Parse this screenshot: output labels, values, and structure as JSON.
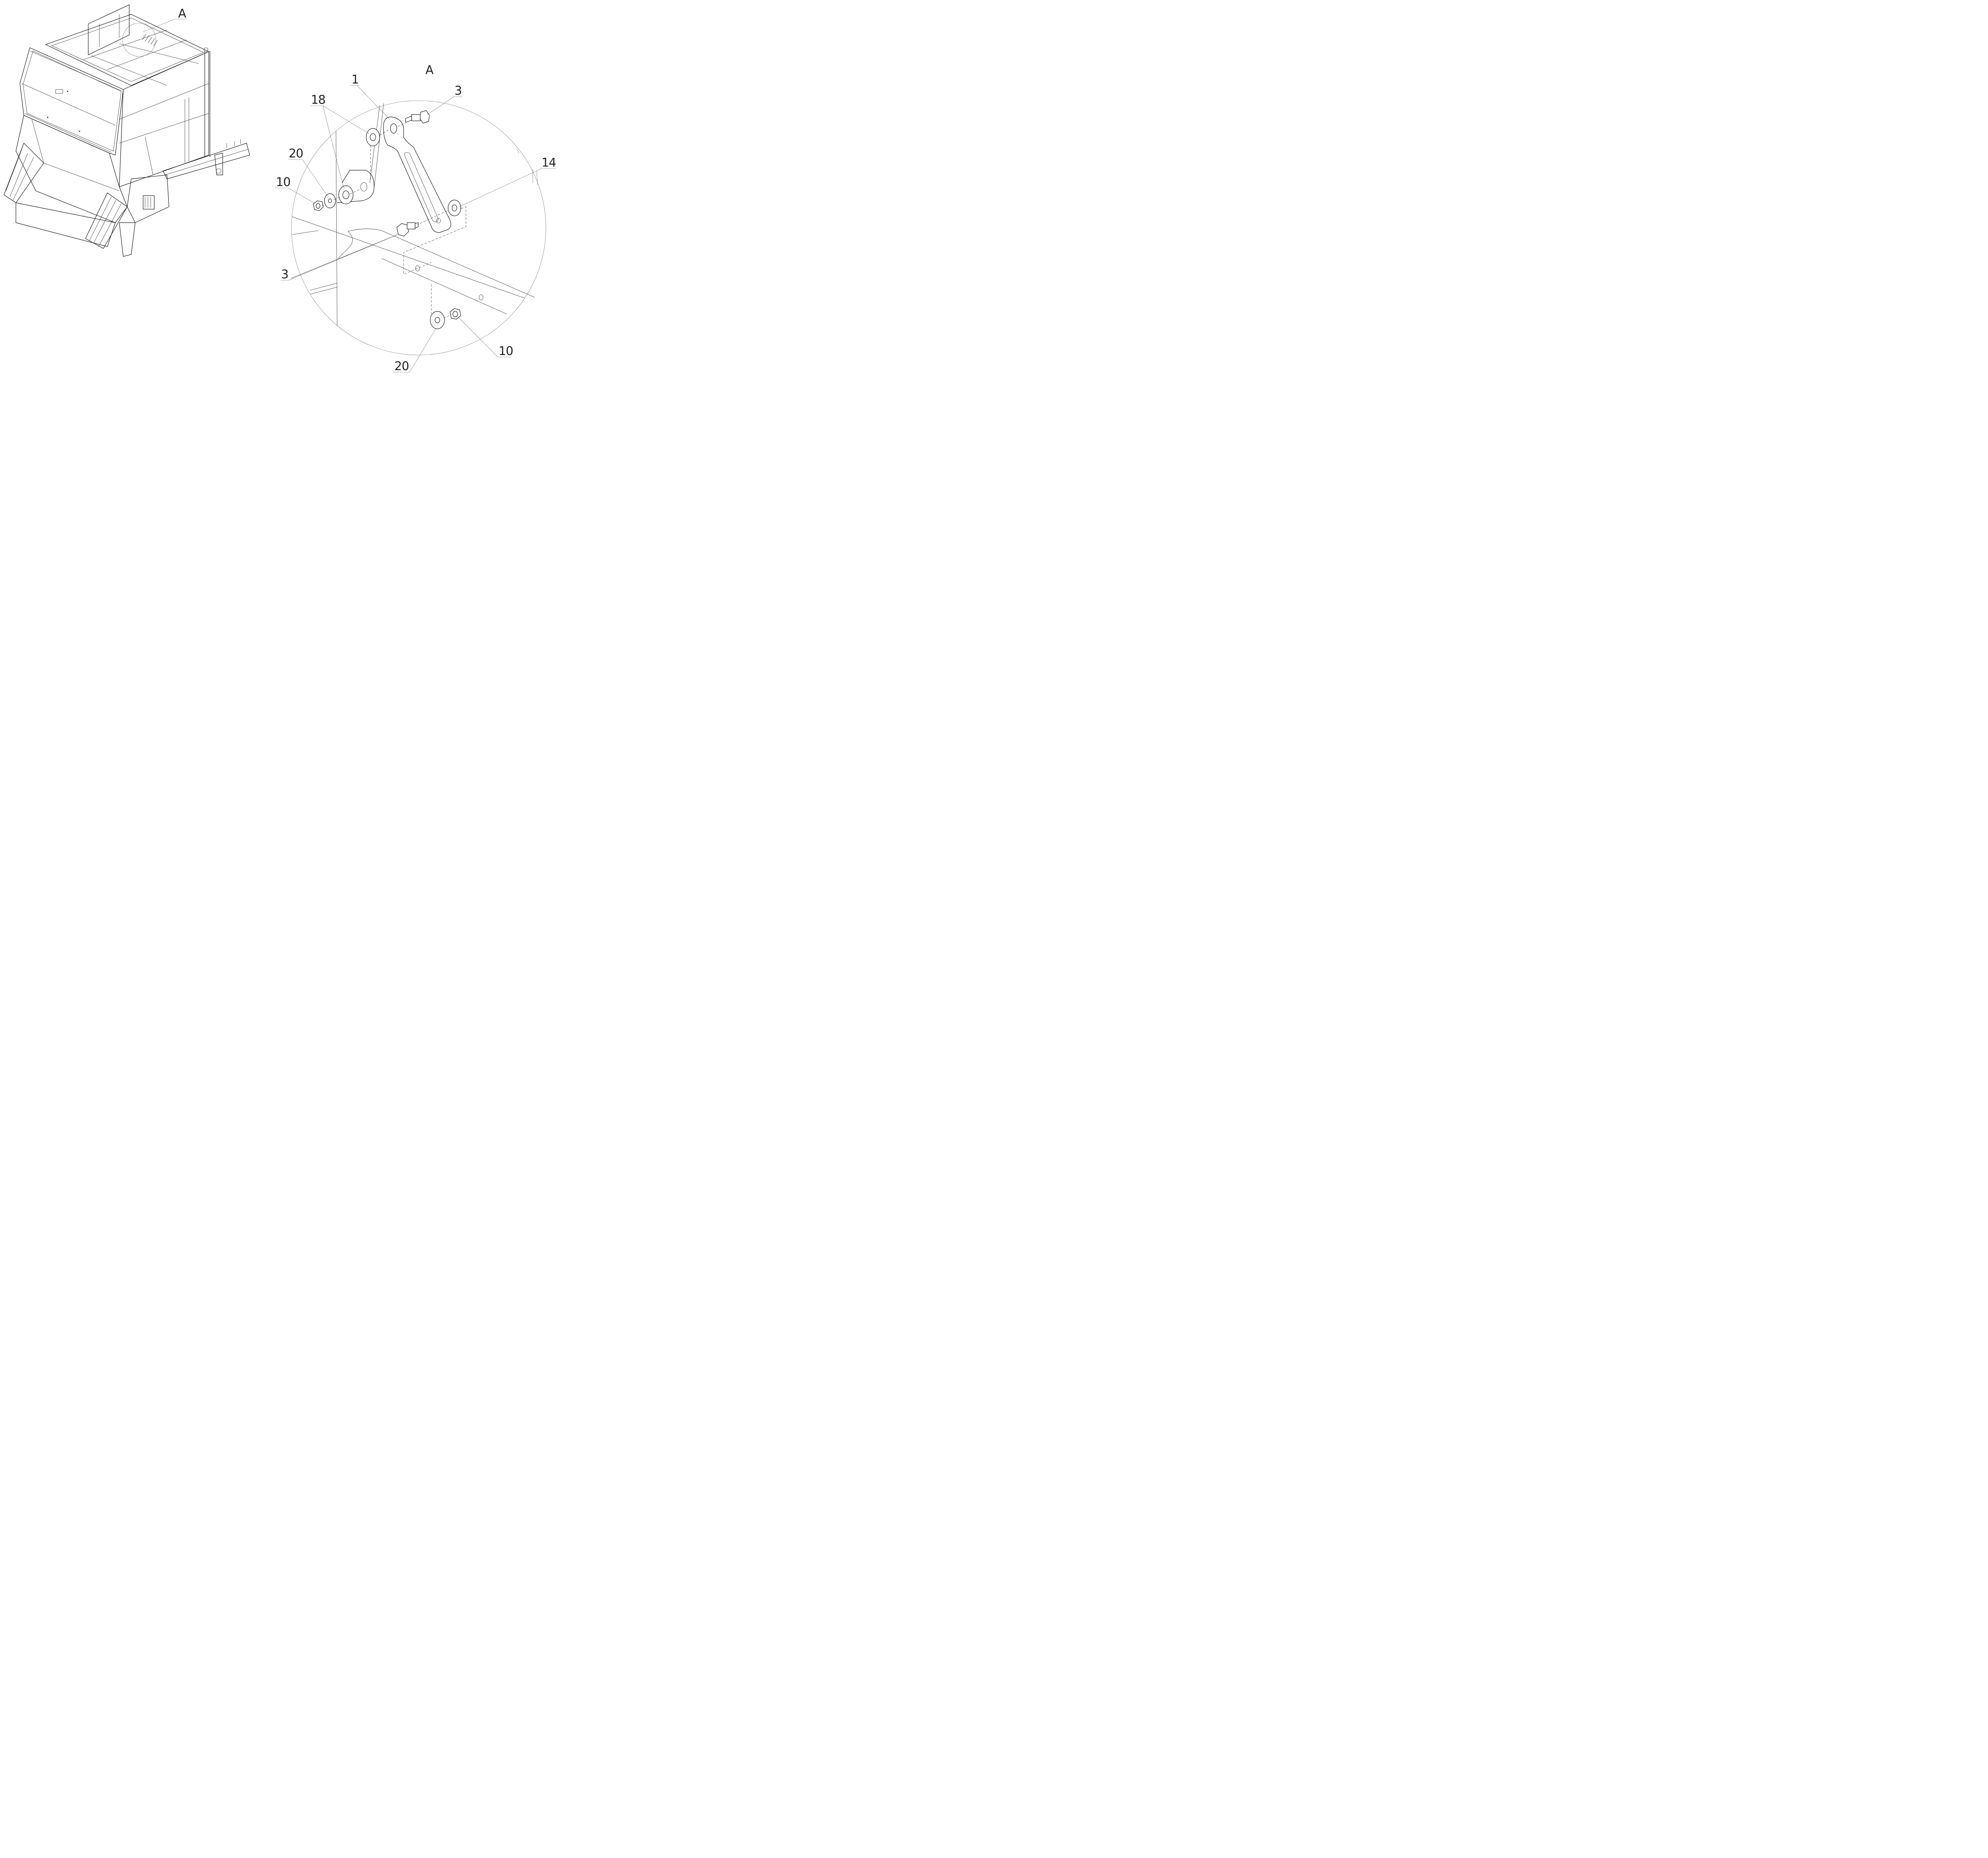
{
  "overview": {
    "detail_marker": "A"
  },
  "detail": {
    "title": "A",
    "callouts": [
      {
        "id": "c1",
        "label": "1"
      },
      {
        "id": "c3top",
        "label": "3"
      },
      {
        "id": "c18",
        "label": "18"
      },
      {
        "id": "c20a",
        "label": "20"
      },
      {
        "id": "c10a",
        "label": "10"
      },
      {
        "id": "c14",
        "label": "14"
      },
      {
        "id": "c3bot",
        "label": "3"
      },
      {
        "id": "c20b",
        "label": "20"
      },
      {
        "id": "c10b",
        "label": "10"
      }
    ]
  },
  "colors": {
    "line": "#1a1a1a",
    "background": "#ffffff"
  }
}
